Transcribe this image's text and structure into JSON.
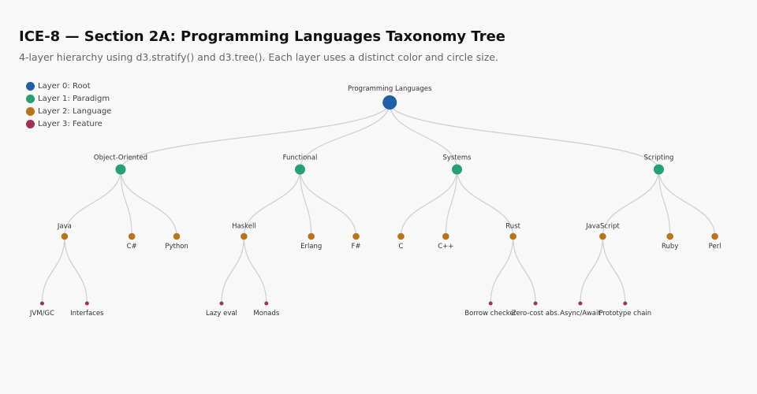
{
  "header": {
    "title": "ICE-8 — Section 2A: Programming Languages Taxonomy Tree",
    "subtitle": "4-layer hierarchy using d3.stratify() and d3.tree(). Each layer uses a distinct color and circle size."
  },
  "legend": [
    {
      "label": "Layer 0: Root",
      "color": "#1f5fa6"
    },
    {
      "label": "Layer 1: Paradigm",
      "color": "#24a072"
    },
    {
      "label": "Layer 2: Language",
      "color": "#b8741a"
    },
    {
      "label": "Layer 3: Feature",
      "color": "#a0334f"
    }
  ],
  "tree": {
    "name": "Programming Languages",
    "children": [
      {
        "name": "Object-Oriented",
        "children": [
          {
            "name": "Java",
            "children": [
              {
                "name": "JVM/GC"
              },
              {
                "name": "Interfaces"
              }
            ]
          },
          {
            "name": "C#"
          },
          {
            "name": "Python"
          }
        ]
      },
      {
        "name": "Functional",
        "children": [
          {
            "name": "Haskell",
            "children": [
              {
                "name": "Lazy eval"
              },
              {
                "name": "Monads"
              }
            ]
          },
          {
            "name": "Erlang"
          },
          {
            "name": "F#"
          }
        ]
      },
      {
        "name": "Systems",
        "children": [
          {
            "name": "C"
          },
          {
            "name": "C++"
          },
          {
            "name": "Rust",
            "children": [
              {
                "name": "Borrow checker"
              },
              {
                "name": "Zero-cost abs."
              }
            ]
          }
        ]
      },
      {
        "name": "Scripting",
        "children": [
          {
            "name": "JavaScript",
            "children": [
              {
                "name": "Async/Await"
              },
              {
                "name": "Prototype chain"
              }
            ]
          },
          {
            "name": "Ruby"
          },
          {
            "name": "Perl"
          }
        ]
      }
    ]
  }
}
